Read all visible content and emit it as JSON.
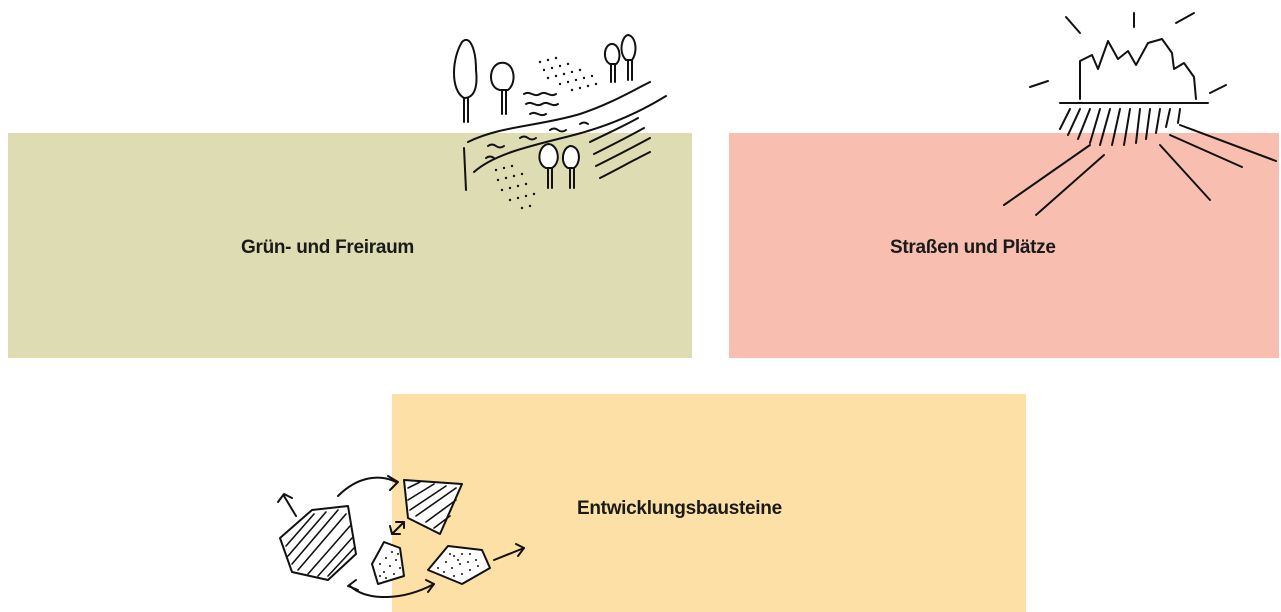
{
  "cards": [
    {
      "id": "green",
      "label": "Grün- und Freiraum",
      "color": "#dedcb3",
      "icon": "landscape-sketch-icon"
    },
    {
      "id": "streets",
      "label": "Straßen und Plätze",
      "color": "#f8bfb0",
      "icon": "building-square-sketch-icon"
    },
    {
      "id": "dev",
      "label": "Entwicklungsbausteine",
      "color": "#fde0a6",
      "icon": "building-blocks-sketch-icon"
    }
  ]
}
